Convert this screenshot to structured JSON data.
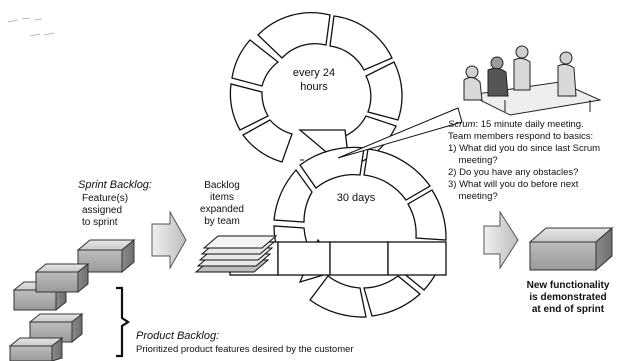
{
  "cycle_daily": {
    "line1": "every 24",
    "line2": "hours"
  },
  "cycle_sprint": {
    "label": "30 days"
  },
  "sprint_backlog": {
    "title": "Sprint Backlog:",
    "lines": [
      "Feature(s)",
      "assigned",
      "to sprint"
    ]
  },
  "backlog_items": {
    "lines": [
      "Backlog",
      "items",
      "expanded",
      "by team"
    ]
  },
  "scrum_note": {
    "title": "Scrum",
    "title_rest": ": 15 minute daily meeting.",
    "lines": [
      "Team members respond to basics:",
      "1) What did you do since last Scrum",
      "    meeting?",
      "2) Do you have any obstacles?",
      "3) What will you do before next",
      "    meeting?"
    ]
  },
  "new_functionality": {
    "lines": [
      "New functionality",
      "is demonstrated",
      "at end of sprint"
    ]
  },
  "product_backlog": {
    "title": "Product Backlog:",
    "subtitle": "Prioritized product features desired by the customer"
  }
}
